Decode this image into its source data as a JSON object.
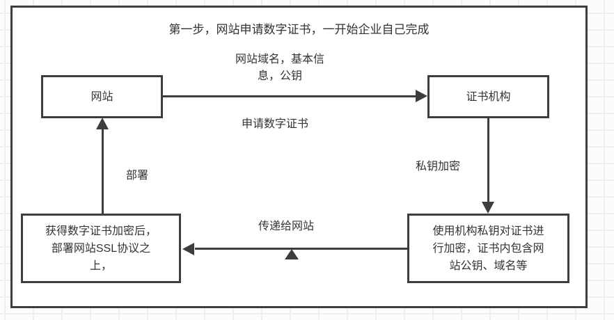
{
  "diagram": {
    "title": "第一步，网站申请数字证书，一开始企业自己完成",
    "nodes": {
      "website": {
        "label": "网站"
      },
      "ca": {
        "label": "证书机构"
      },
      "encrypt": {
        "label": "使用机构私钥对证书进\n行加密，证书内包含网\n站公钥、域名等"
      },
      "deploy": {
        "label": "获得数字证书加密后，\n部署网站SSL协议之\n上，"
      }
    },
    "edges": {
      "website_to_ca": {
        "label_top": "网站域名，基本信\n息，公钥",
        "label_bottom": "申请数字证书"
      },
      "ca_to_encrypt": {
        "label": "私钥加密"
      },
      "encrypt_to_deploy": {
        "label": "传递给网站"
      },
      "deploy_to_website": {
        "label": "部署"
      }
    },
    "colors": {
      "stroke": "#3d3d3d",
      "text": "#333333",
      "grid_line": "#efefef",
      "canvas_bg": "#ffffff"
    }
  }
}
